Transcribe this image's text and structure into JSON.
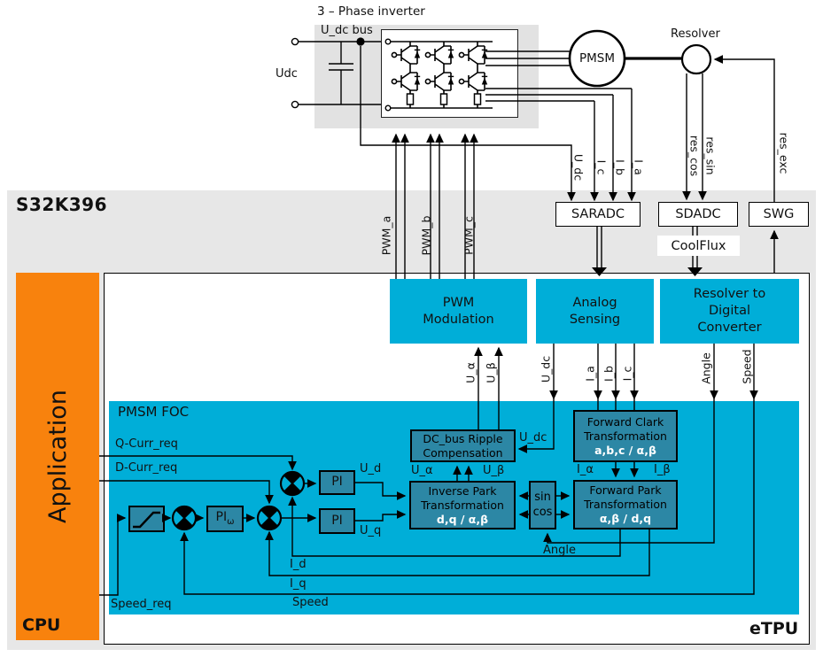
{
  "colors": {
    "cyan": "#00aed8",
    "teal_block": "#2c87a5",
    "orange": "#f8820d",
    "chip_gray": "#e7e7e7",
    "inverter_gray": "#e2e2e2",
    "line": "#000000",
    "white_box": "#ffffff"
  },
  "top": {
    "title": "3 – Phase inverter",
    "udc_bus": "U_dc bus",
    "udc": "Udc",
    "pmsm": "PMSM",
    "resolver": "Resolver",
    "res_cos": "res_cos",
    "res_sin": "res_sin",
    "res_exc": "res_exc",
    "u_dc": "U_dc",
    "i_c": "I_c",
    "i_b": "I_b",
    "i_a": "I_a"
  },
  "chip": {
    "name": "S32K396",
    "saradc": "SARADC",
    "sdadc": "SDADC",
    "swg": "SWG",
    "coolflux": "CoolFlux",
    "application": "Application",
    "cpu": "CPU",
    "etpu": "eTPU",
    "pwm_a": "PWM_a",
    "pwm_b": "PWM_b",
    "pwm_c": "PWM_c"
  },
  "blocks": {
    "pwm_mod": "PWM\nModulation",
    "analog": "Analog\nSensing",
    "rdc": "Resolver to\nDigital\nConverter"
  },
  "signals": {
    "u_alpha": "U_α",
    "u_beta": "U_β",
    "u_dc": "U_dc",
    "i_a": "I_a",
    "i_b": "I_b",
    "i_c": "I_c",
    "angle": "Angle",
    "speed": "Speed"
  },
  "foc": {
    "title": "PMSM FOC",
    "ripple": "DC_bus Ripple\nCompensation",
    "clark": {
      "main": "Forward Clark\nTransformation",
      "sub": "a,b,c / α,β"
    },
    "invpark": {
      "main": "Inverse Park\nTransformation",
      "sub": "d,q / α,β"
    },
    "fwdpark": {
      "main": "Forward Park\nTransformation",
      "sub": "α,β / d,q"
    },
    "sincos": "sin\ncos",
    "pi1": "PI",
    "pi2": "PI",
    "pi_w": {
      "base": "PI",
      "sub": "ω"
    },
    "q_curr_req": "Q-Curr_req",
    "d_curr_req": "D-Curr_req",
    "speed_req": "Speed_req",
    "u_d": "U_d",
    "u_q": "U_q",
    "i_d": "I_d",
    "i_q": "I_q",
    "speed": "Speed",
    "angle": "Angle",
    "u_alpha": "U_α",
    "u_beta": "U_β",
    "u_dc": "U_dc",
    "i_alpha": "I_α",
    "i_beta": "I_β"
  }
}
